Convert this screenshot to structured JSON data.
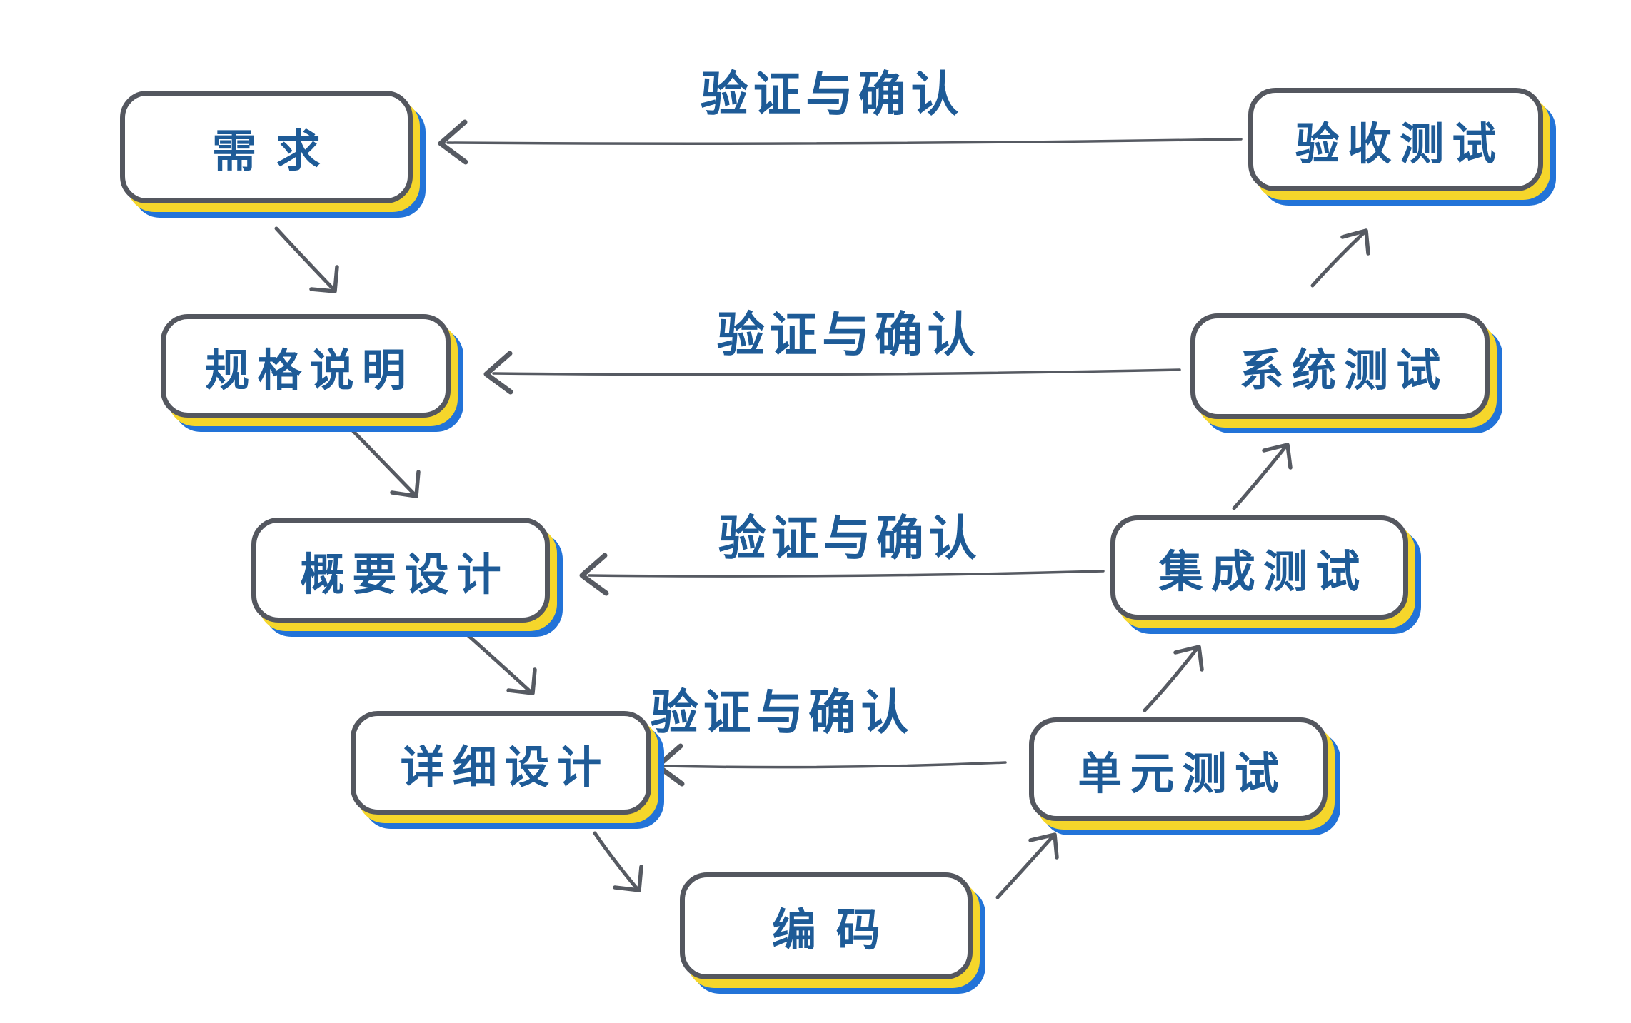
{
  "diagram_type": "v-model",
  "nodes": [
    {
      "id": "requirements",
      "label": "需求",
      "side": "left",
      "level": 1
    },
    {
      "id": "specification",
      "label": "规格说明",
      "side": "left",
      "level": 2
    },
    {
      "id": "outline-design",
      "label": "概要设计",
      "side": "left",
      "level": 3
    },
    {
      "id": "detailed-design",
      "label": "详细设计",
      "side": "left",
      "level": 4
    },
    {
      "id": "coding",
      "label": "编码",
      "side": "bottom",
      "level": 5
    },
    {
      "id": "unit-test",
      "label": "单元测试",
      "side": "right",
      "level": 4
    },
    {
      "id": "integration-test",
      "label": "集成测试",
      "side": "right",
      "level": 3
    },
    {
      "id": "system-test",
      "label": "系统测试",
      "side": "right",
      "level": 2
    },
    {
      "id": "acceptance-test",
      "label": "验收测试",
      "side": "right",
      "level": 1
    }
  ],
  "vv_arrows": [
    {
      "label": "验证与确认",
      "from": "acceptance-test",
      "to": "requirements"
    },
    {
      "label": "验证与确认",
      "from": "system-test",
      "to": "specification"
    },
    {
      "label": "验证与确认",
      "from": "integration-test",
      "to": "outline-design"
    },
    {
      "label": "验证与确认",
      "from": "unit-test",
      "to": "detailed-design"
    }
  ],
  "flow_arrows": [
    {
      "from": "requirements",
      "to": "specification"
    },
    {
      "from": "specification",
      "to": "outline-design"
    },
    {
      "from": "outline-design",
      "to": "detailed-design"
    },
    {
      "from": "detailed-design",
      "to": "coding"
    },
    {
      "from": "coding",
      "to": "unit-test"
    },
    {
      "from": "unit-test",
      "to": "integration-test"
    },
    {
      "from": "integration-test",
      "to": "system-test"
    },
    {
      "from": "system-test",
      "to": "acceptance-test"
    }
  ],
  "colors": {
    "background": "#ffffff",
    "box_fill": "#ffffff",
    "box_border": "#54575f",
    "shadow_yellow": "#f5d62b",
    "shadow_blue": "#2273d8",
    "text_blue": "#1e5b97",
    "arrow_gray": "#565a62"
  }
}
